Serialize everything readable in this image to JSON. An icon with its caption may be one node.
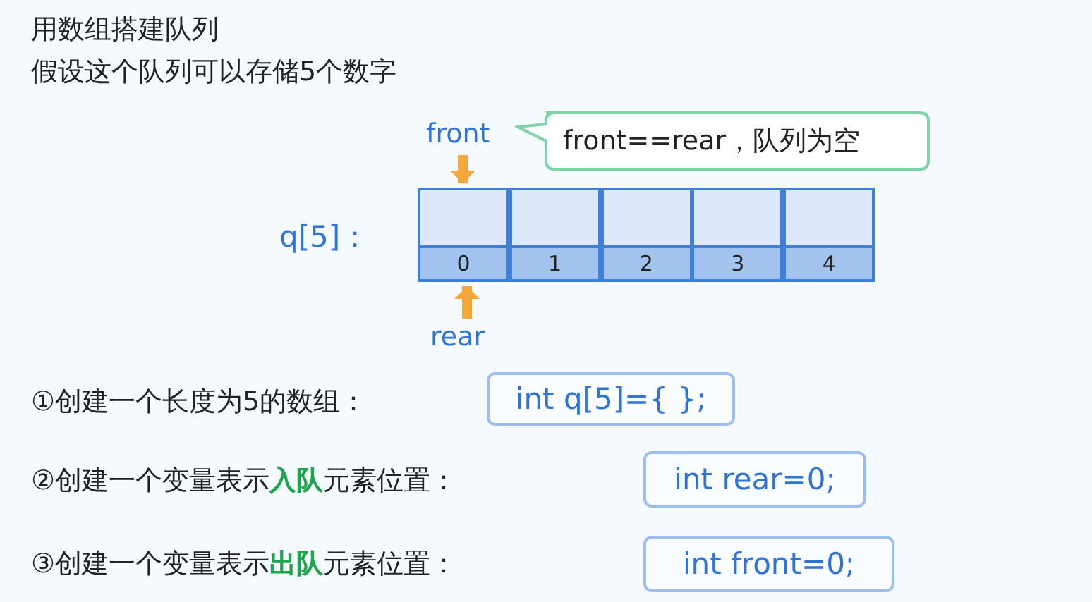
{
  "diagram": {
    "title": "用数组搭建队列",
    "nodes": [
      {
        "text": [
          "front"
        ]
      },
      {
        "text": [
          "0"
        ]
      },
      {
        "text": [
          "1"
        ]
      },
      {
        "text": [
          "2"
        ]
      },
      {
        "text": [
          "3"
        ]
      },
      {
        "text": [
          "4"
        ]
      },
      {
        "text": [
          "rear"
        ]
      },
      {
        "text": [
          "front==rear，队列为空"
        ]
      },
      {
        "text": [
          "int q[5]={ };"
        ]
      },
      {
        "text": [
          "int rear=0;"
        ]
      },
      {
        "text": [
          "int front=0;"
        ]
      }
    ],
    "edges": [
      {
        "from": 0,
        "to": 1,
        "arrow": "to",
        "color": "#f5a83a"
      },
      {
        "from": 6,
        "to": 1,
        "arrow": "to",
        "color": "#f5a83a"
      }
    ],
    "labels": [
      "假设这个队列可以存储5个数字",
      "q[5]：",
      "①创建一个长度为5的数组：",
      "②创建一个变量表示**入队**元素位置：",
      "③创建一个变量表示**出队**元素位置："
    ]
  }
}
